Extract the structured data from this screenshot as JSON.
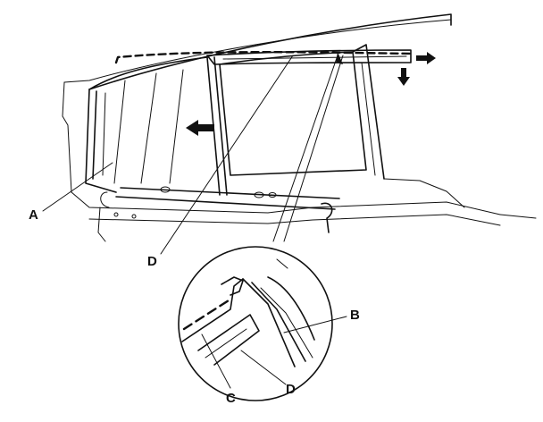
{
  "diagram": {
    "callouts": {
      "a": "A",
      "b": "B",
      "c": "C",
      "d_main": "D",
      "d_detail": "D"
    },
    "arrow_icons": [
      "arrow-left-icon",
      "arrow-right-icon",
      "arrow-down-icon"
    ]
  }
}
